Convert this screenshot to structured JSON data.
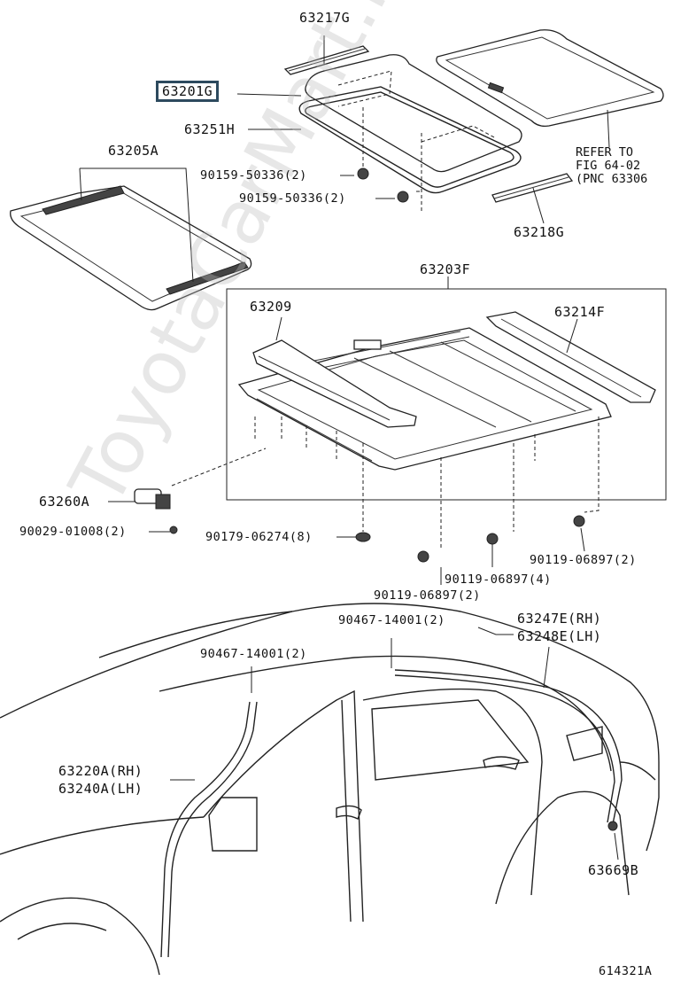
{
  "parts": {
    "p63217G": "63217G",
    "p63201G": "63201G",
    "p63251H": "63251H",
    "p63205A": "63205A",
    "p90159a": "90159-50336(2)",
    "p90159b": "90159-50336(2)",
    "p63218G": "63218G",
    "p63203F": "63203F",
    "p63209": "63209",
    "p63214F": "63214F",
    "p63260A": "63260A",
    "p90029": "90029-01008(2)",
    "p90179": "90179-06274(8)",
    "p90119a": "90119-06897(2)",
    "p90119b": "90119-06897(4)",
    "p90119c": "90119-06897(2)",
    "p90467a": "90467-14001(2)",
    "p90467b": "90467-14001(2)",
    "p63247E": "63247E(RH)",
    "p63248E": "63248E(LH)",
    "p63220A": "63220A(RH)",
    "p63240A": "63240A(LH)",
    "p63669B": "63669B"
  },
  "refer_note": {
    "line1": "REFER TO",
    "line2": "FIG 64-02",
    "line3": "(PNC 63306"
  },
  "figure_id": "614321A",
  "watermark": "ToyotaCarMart.ru",
  "colors": {
    "highlight_border": "#2d4a5e",
    "line": "#222222"
  }
}
